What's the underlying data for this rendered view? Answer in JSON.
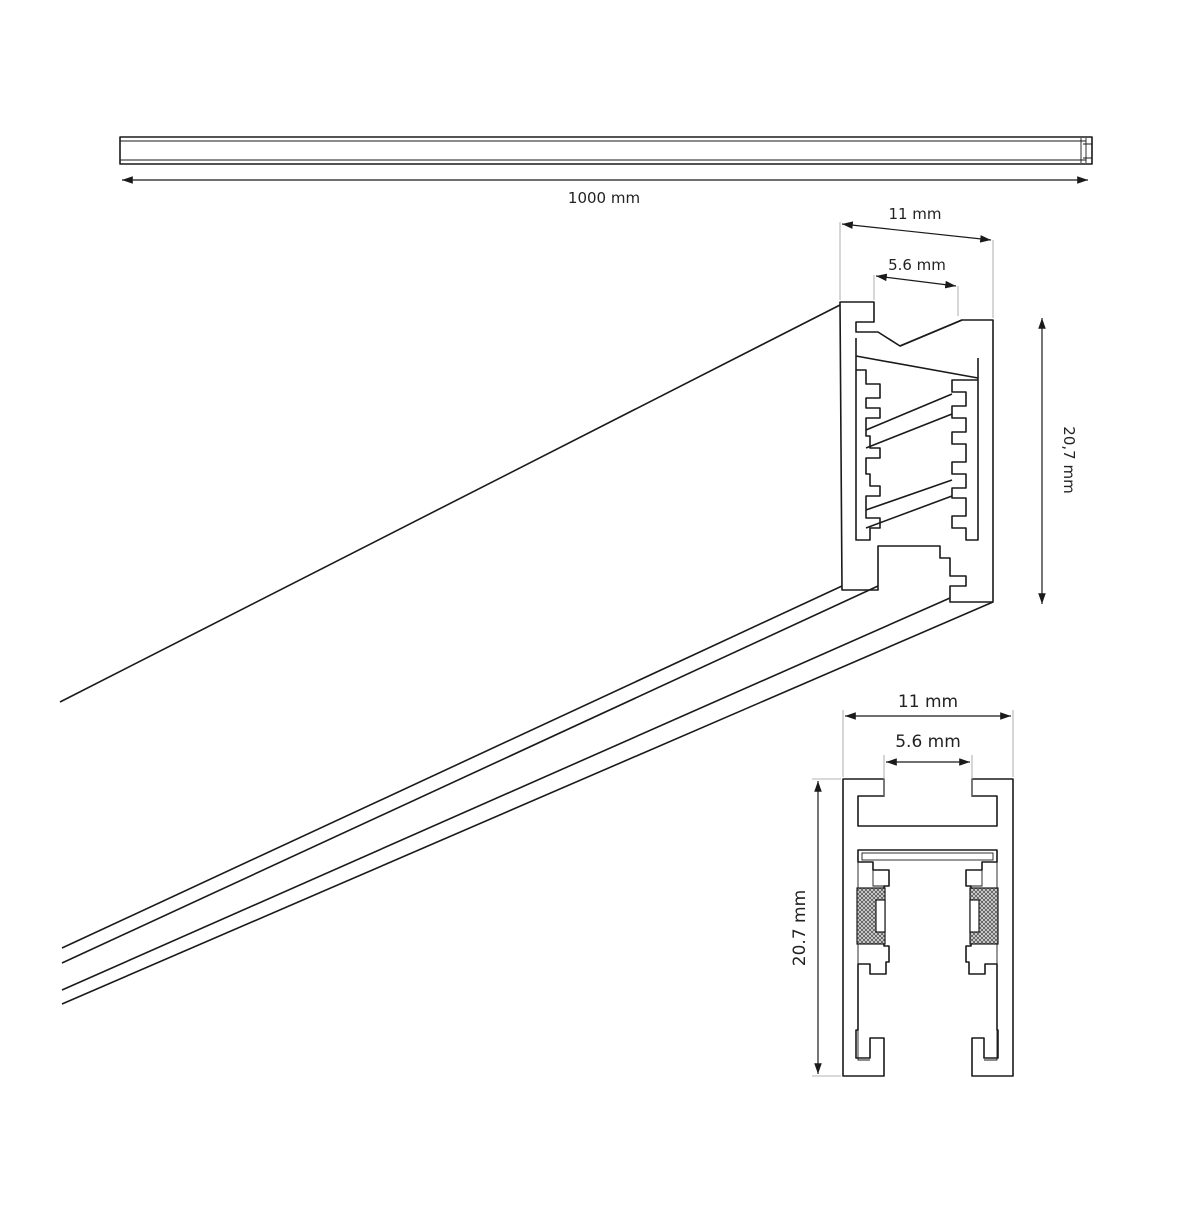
{
  "dimensions": {
    "length": "1000 mm",
    "iso_width": "11 mm",
    "iso_slot": "5.6 mm",
    "iso_height": "20,7 mm",
    "sec_width": "11 mm",
    "sec_slot": "5.6 mm",
    "sec_height": "20.7 mm"
  },
  "colors": {
    "line": "#1a1a1a",
    "extension_line": "#9a9a9a",
    "insulator_fill": "#b0b0b0",
    "background": "#ffffff"
  }
}
